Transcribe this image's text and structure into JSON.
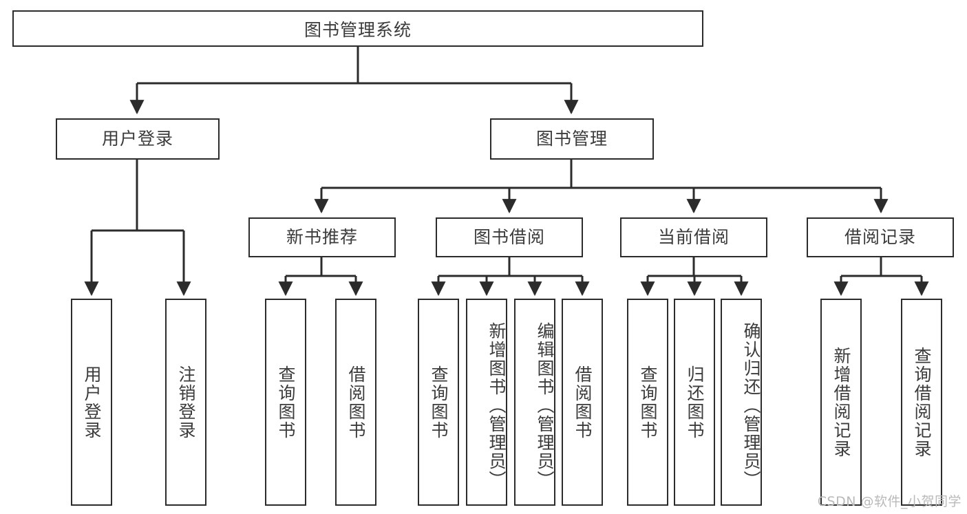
{
  "diagram": {
    "title": "图书管理系统",
    "type": "tree",
    "watermark": "CSDN @软件_小贺同学",
    "colors": {
      "box_border": "#2b2b2b",
      "box_fill": "#ffffff",
      "text": "#3b3b3b",
      "edge": "#2b2b2b",
      "watermark": "#b9b9b9"
    },
    "root": {
      "label": "图书管理系统"
    },
    "level1": [
      {
        "label": "用户登录"
      },
      {
        "label": "图书管理"
      }
    ],
    "level2": [
      {
        "label": "新书推荐"
      },
      {
        "label": "图书借阅"
      },
      {
        "label": "当前借阅"
      },
      {
        "label": "借阅记录"
      }
    ],
    "leaves": {
      "user_login": [
        {
          "label": "用户登录"
        },
        {
          "label": "注销登录"
        }
      ],
      "new_book": [
        {
          "label": "查询图书"
        },
        {
          "label": "借阅图书"
        }
      ],
      "book_borrow": [
        {
          "label": "查询图书"
        },
        {
          "label": "新增图书（管理员）"
        },
        {
          "label": "编辑图书（管理员）"
        },
        {
          "label": "借阅图书"
        }
      ],
      "current_borrow": [
        {
          "label": "查询图书"
        },
        {
          "label": "归还图书"
        },
        {
          "label": "确认归还（管理员）"
        }
      ],
      "borrow_record": [
        {
          "label": "新增借阅记录"
        },
        {
          "label": "查询借阅记录"
        }
      ]
    }
  }
}
